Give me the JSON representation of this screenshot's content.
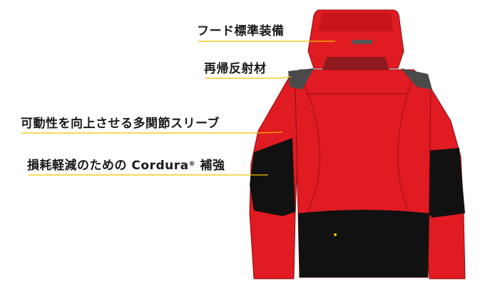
{
  "callouts": {
    "hood": "フード標準装備",
    "reflective": "再帰反射材",
    "sleeve": "可動性を向上させる多関節スリーブ",
    "cordura_prefix": "損耗軽減のための Cordura",
    "cordura_mark": "®",
    "cordura_suffix": " 補強"
  },
  "colors": {
    "jacket_red": "#e01b22",
    "jacket_shadow": "#b5121a",
    "panel_black": "#111111",
    "leader_line": "#f2c200",
    "text": "#1a1a1a"
  }
}
